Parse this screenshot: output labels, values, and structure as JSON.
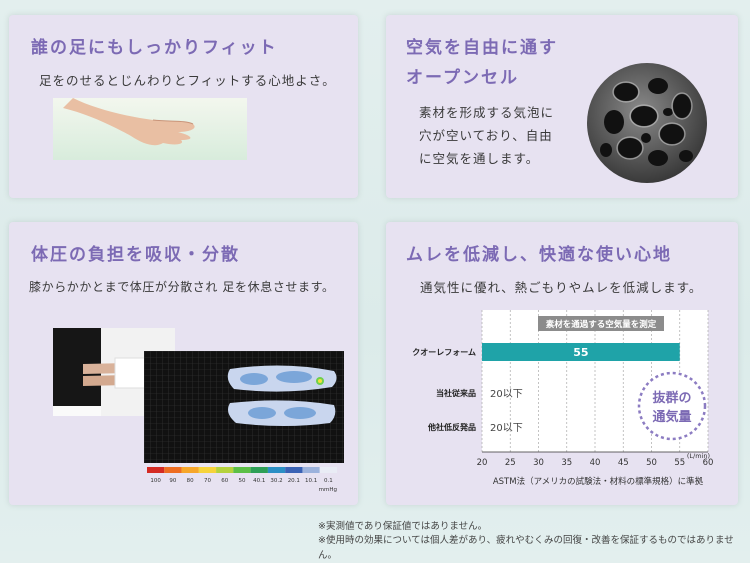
{
  "card1": {
    "title": "誰の足にもしっかりフィット",
    "text": "足をのせるとじんわりとフィットする心地よさ。"
  },
  "card2": {
    "title_line1": "空気を自由に通す",
    "title_line2": "オープンセル",
    "text_line1": "素材を形成する気泡に",
    "text_line2": "穴が空いており、自由",
    "text_line3": "に空気を通します。"
  },
  "card3": {
    "title": "体圧の負担を吸収・分散",
    "text": "膝からかかとまで体圧が分散され 足を休息させます。",
    "scale": {
      "ticks": [
        "100",
        "90",
        "80",
        "70",
        "60",
        "50",
        "40.1",
        "30.2",
        "20.1",
        "10.1",
        "0.1"
      ],
      "unit": "mmHg",
      "colors": [
        "#d42a23",
        "#ee6d22",
        "#f6a62a",
        "#f6d33b",
        "#b5d23d",
        "#5cbf46",
        "#2e9f57",
        "#2b8fc5",
        "#3a62b5",
        "#9cb2dc",
        "#e9ecf5"
      ]
    }
  },
  "card4": {
    "title": "ムレを低減し、快適な使い心地",
    "text": "通気性に優れ、熱ごもりやムレを低減します。"
  },
  "chart_data": {
    "type": "bar",
    "title": "素材を通過する空気量を測定",
    "categories": [
      "クオーレフォーム",
      "当社従来品",
      "他社低反発品"
    ],
    "values": [
      55,
      20,
      20
    ],
    "value_labels": [
      "55",
      "20以下",
      "20以下"
    ],
    "xlim": [
      20,
      60
    ],
    "xticks": [
      "20",
      "25",
      "30",
      "35",
      "40",
      "45",
      "50",
      "55",
      "60"
    ],
    "xunit": "(L/min)",
    "footnote": "ASTM法（アメリカの試験法・材料の標準規格）に準拠",
    "badge": [
      "抜群の",
      "通気量"
    ],
    "bar_color": "#1fa3a8",
    "grid": true
  },
  "notes": {
    "line1": "※実測値であり保証値ではありません。",
    "line2": "※使用時の効果については個人差があり、疲れやむくみの回復・改善を保証するものではありません。"
  }
}
